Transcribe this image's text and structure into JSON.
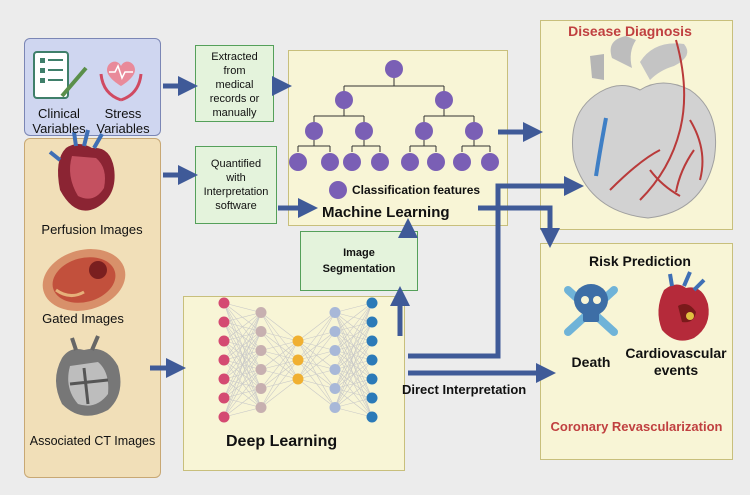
{
  "inputs": {
    "clinical_label_1": "Clinical",
    "clinical_label_2": "Variables",
    "stress_label_1": "Stress",
    "stress_label_2": "Variables",
    "perfusion_label": "Perfusion Images",
    "gated_label": "Gated Images",
    "ct_label": "Associated CT Images"
  },
  "processing": {
    "extracted_lines": [
      "Extracted",
      "from",
      "medical",
      "records or",
      "manually"
    ],
    "quantified_lines": [
      "Quantified",
      "with",
      "Interpretation",
      "software"
    ],
    "segmentation_lines": [
      "Image",
      "Segmentation"
    ]
  },
  "machine_learning": {
    "title": "Machine Learning",
    "legend": "Classification features"
  },
  "deep_learning": {
    "title": "Deep Learning"
  },
  "direct_interpretation": "Direct Interpretation",
  "outcomes": {
    "diagnosis_title": "Disease Diagnosis",
    "risk_title": "Risk Prediction",
    "death_label": "Death",
    "cv_label_1": "Cardiovascular",
    "cv_label_2": "events",
    "revasc_label": "Coronary Revascularization"
  },
  "colors": {
    "background": "#ececec",
    "variables_panel": "#cfd6f0",
    "images_panel": "#f1dfb8",
    "green_box": "#e4f3dc",
    "green_border": "#55a05a",
    "yellow_panel": "#f8f5d6",
    "arrow": "#3f5a98",
    "node_purple": "#7a5fb5",
    "red_title": "#c04040"
  },
  "icons": [
    "checklist-icon",
    "heart-hands-icon",
    "perfusion-heart-icon",
    "gated-slice-icon",
    "ct-heart-icon",
    "anatomical-heart-icon",
    "skull-crossbones-icon",
    "diseased-heart-icon"
  ]
}
